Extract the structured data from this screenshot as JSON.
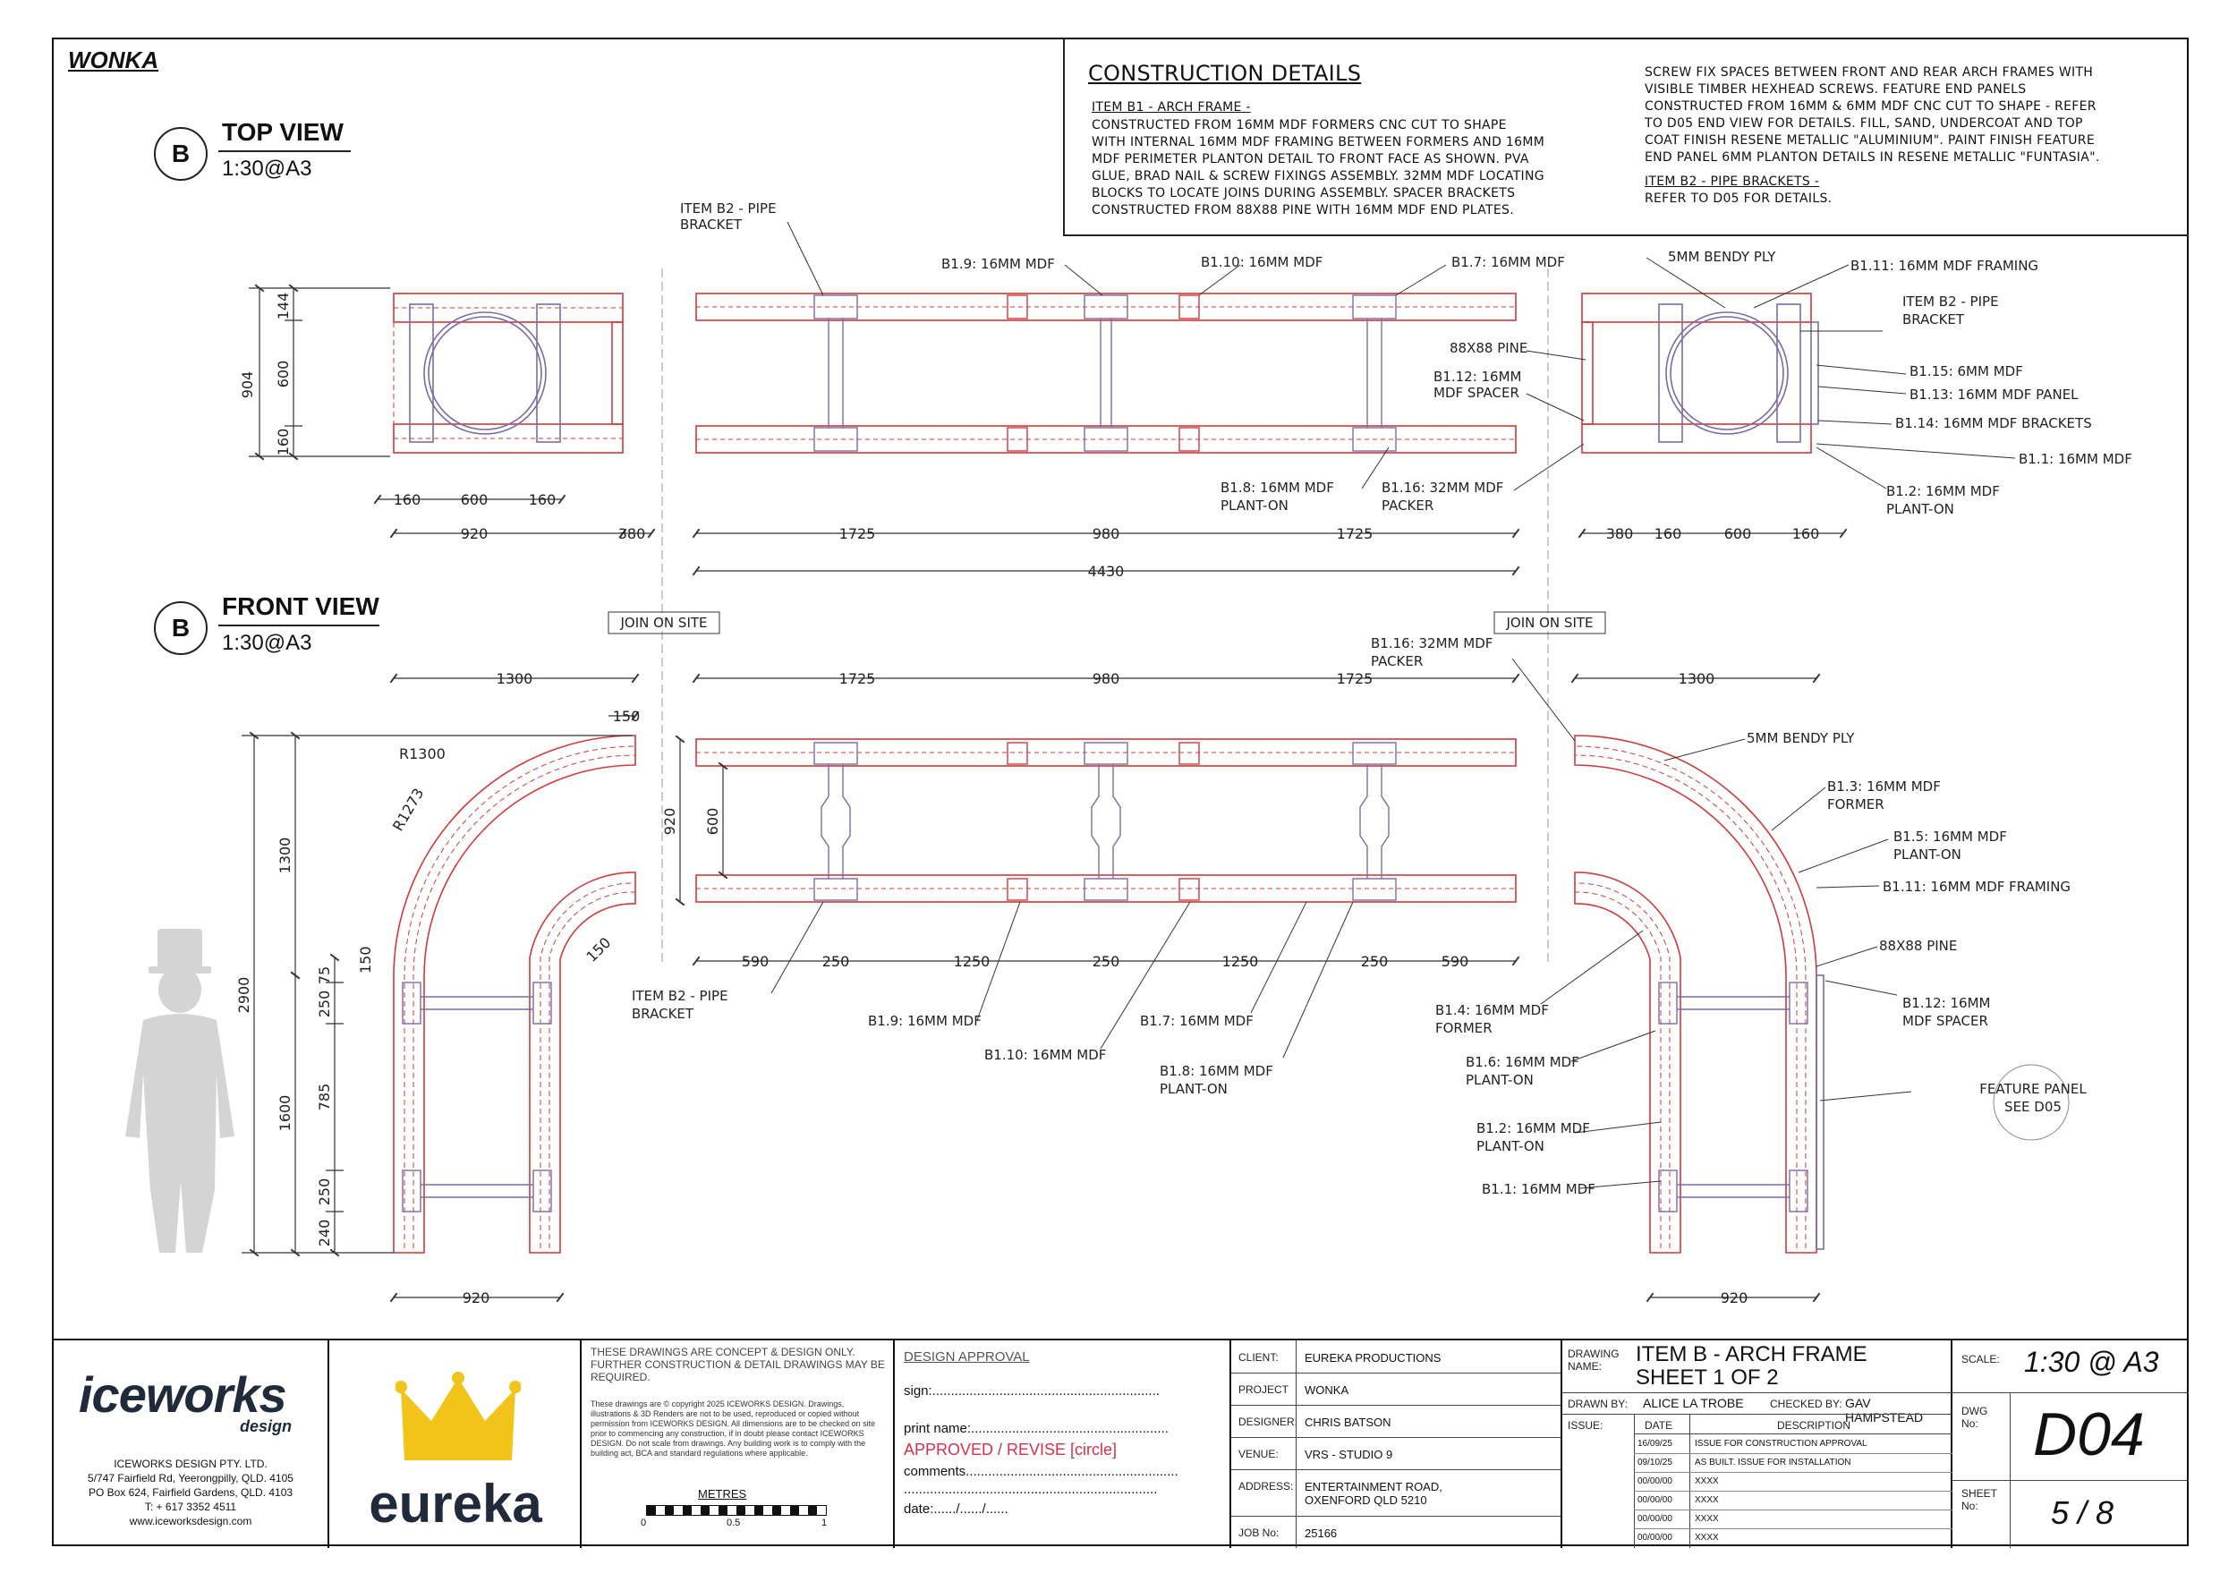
{
  "project_code": "WONKA",
  "views": {
    "top": {
      "badge": "B",
      "title": "TOP VIEW",
      "scale": "1:30@A3"
    },
    "front": {
      "badge": "B",
      "title": "FRONT VIEW",
      "scale": "1:30@A3"
    }
  },
  "construction": {
    "heading": "CONSTRUCTION DETAILS",
    "item_b1_title": "ITEM B1 - ARCH FRAME -",
    "item_b1_lines": [
      "CONSTRUCTED FROM 16MM MDF FORMERS CNC CUT TO SHAPE",
      "WITH INTERNAL 16MM MDF FRAMING BETWEEN FORMERS AND 16MM",
      "MDF PERIMETER PLANTON DETAIL TO FRONT FACE AS SHOWN. PVA",
      "GLUE, BRAD NAIL & SCREW FIXINGS ASSEMBLY. 32MM MDF LOCATING",
      "BLOCKS TO LOCATE JOINS DURING ASSEMBLY. SPACER BRACKETS",
      "CONSTRUCTED FROM 88X88 PINE WITH 16MM MDF END PLATES."
    ],
    "right_lines": [
      "SCREW FIX SPACES BETWEEN FRONT AND REAR ARCH FRAMES WITH",
      "VISIBLE TIMBER HEXHEAD SCREWS. FEATURE END PANELS",
      "CONSTRUCTED FROM 16MM & 6MM MDF CNC CUT TO SHAPE - REFER",
      "TO D05 END VIEW FOR DETAILS. FILL, SAND, UNDERCOAT AND TOP",
      "COAT FINISH RESENE METALLIC \"ALUMINIUM\". PAINT FINISH FEATURE",
      "END PANEL 6MM PLANTON DETAILS IN RESENE METALLIC \"FUNTASIA\"."
    ],
    "item_b2_title": "ITEM B2 - PIPE BRACKETS -",
    "item_b2_line": "REFER TO D05 FOR DETAILS."
  },
  "top_dims": {
    "left_overall": "904",
    "left_top": "144",
    "left_mid": "600",
    "left_bot": "160",
    "left_160a": "160",
    "left_600": "600",
    "left_160b": "160",
    "left_920": "920",
    "left_380": "380",
    "mid_1725a": "1725",
    "mid_980": "980",
    "mid_1725b": "1725",
    "mid_4430": "4430",
    "right_380": "380",
    "right_160a": "160",
    "right_600": "600",
    "right_160b": "160"
  },
  "top_labels": {
    "pipe_bracket_a": "ITEM B2 - PIPE",
    "pipe_bracket_b": "BRACKET",
    "b19": "B1.9: 16MM MDF",
    "b110": "B1.10: 16MM MDF",
    "b17": "B1.7: 16MM MDF",
    "bendy": "5MM BENDY PLY",
    "b111": "B1.11: 16MM MDF FRAMING",
    "pipe2_a": "ITEM B2 - PIPE",
    "pipe2_b": "BRACKET",
    "pine": "88X88 PINE",
    "b112_a": "B1.12: 16MM",
    "b112_b": "MDF SPACER",
    "b115": "B1.15: 6MM MDF",
    "b113": "B1.13: 16MM MDF PANEL",
    "b114": "B1.14: 16MM MDF BRACKETS",
    "b11": "B1.1: 16MM MDF",
    "b18_a": "B1.8: 16MM MDF",
    "b18_b": "PLANT-ON",
    "b116_a": "B1.16: 32MM MDF",
    "b116_b": "PACKER",
    "b12_a": "B1.2: 16MM MDF",
    "b12_b": "PLANT-ON"
  },
  "front_dims": {
    "l1300": "1300",
    "r1300": "1300",
    "m1725a": "1725",
    "m980": "980",
    "m1725b": "1725",
    "r1300_radius": "R1300",
    "r1273": "R1273",
    "c150a": "150",
    "c150b": "150",
    "c150c": "150",
    "h2900": "2900",
    "h1300": "1300",
    "h1600": "1600",
    "h75": "75",
    "h250a": "250",
    "h785": "785",
    "h250b": "250",
    "h240": "240",
    "v920": "920",
    "v600": "600",
    "b590a": "590",
    "b250a": "250",
    "b1250a": "1250",
    "b250b": "250",
    "b1250b": "1250",
    "b250c": "250",
    "b590b": "590",
    "bot920a": "920",
    "bot920b": "920"
  },
  "front_labels": {
    "join_left": "JOIN ON SITE",
    "join_right": "JOIN ON SITE",
    "b116_a": "B1.16: 32MM MDF",
    "b116_b": "PACKER",
    "bendy": "5MM BENDY PLY",
    "b13_a": "B1.3: 16MM MDF",
    "b13_b": "FORMER",
    "b15_a": "B1.5: 16MM MDF",
    "b15_b": "PLANT-ON",
    "b111": "B1.11: 16MM MDF FRAMING",
    "pine": "88X88 PINE",
    "b112_a": "B1.12: 16MM",
    "b112_b": "MDF SPACER",
    "feature_a": "FEATURE PANEL",
    "feature_b": "SEE D05",
    "b14_a": "B1.4: 16MM MDF",
    "b14_b": "FORMER",
    "b16_a": "B1.6: 16MM MDF",
    "b16_b": "PLANT-ON",
    "b12_a": "B1.2: 16MM MDF",
    "b12_b": "PLANT-ON",
    "b11": "B1.1: 16MM MDF",
    "pipe_a": "ITEM B2 - PIPE",
    "pipe_b": "BRACKET",
    "b19": "B1.9: 16MM MDF",
    "b110": "B1.10: 16MM MDF",
    "b17": "B1.7: 16MM MDF",
    "b18_a": "B1.8: 16MM MDF",
    "b18_b": "PLANT-ON"
  },
  "titleblock": {
    "company_logo": "iceworks",
    "company_logo_sub": "design",
    "company_lines": [
      "ICEWORKS DESIGN PTY. LTD.",
      "5/747 Fairfield Rd, Yeerongpilly, QLD. 4105",
      "PO Box 624, Fairfield Gardens, QLD. 4103",
      "T: + 617 3352 4511",
      "www.iceworksdesign.com"
    ],
    "client_logo": "eureka",
    "notice": "THESE DRAWINGS ARE CONCEPT & DESIGN ONLY. FURTHER CONSTRUCTION & DETAIL DRAWINGS MAY BE REQUIRED.",
    "copyright": "These drawings are © copyright 2025 ICEWORKS DESIGN. Drawings, illustrations & 3D Renders are not to be used, reproduced or copied without permission from ICEWORKS DESIGN. All dimensions are to be checked on site prior to commencing any construction, if in doubt please contact ICEWORKS DESIGN. Do not scale from drawings. Any building work is to comply with the building act, BCA and standard regulations where applicable.",
    "scalebar_title": "METRES",
    "scalebar_ticks": [
      "0",
      "0.5",
      "1"
    ],
    "approval_title": "DESIGN APPROVAL",
    "sign": "sign:.............................................................",
    "print_name": "print name:.....................................................",
    "approved": "APPROVED / REVISE  [circle]",
    "comments": "comments.........................................................",
    "comments2": "....................................................................",
    "date": "date:....../....../......",
    "fields": [
      {
        "label": "CLIENT:",
        "value": "EUREKA PRODUCTIONS"
      },
      {
        "label": "PROJECT",
        "value": "WONKA"
      },
      {
        "label": "DESIGNER:",
        "value": "CHRIS BATSON"
      },
      {
        "label": "VENUE:",
        "value": "VRS - STUDIO 9"
      },
      {
        "label": "ADDRESS:",
        "value": "ENTERTAINMENT ROAD, OXENFORD QLD 5210"
      },
      {
        "label": "JOB No:",
        "value": "25166"
      }
    ],
    "drawing_name_label": "DRAWING NAME:",
    "drawing_name": "ITEM B - ARCH FRAME",
    "drawing_sheet": "SHEET 1 OF 2",
    "drawn_by_label": "DRAWN BY:",
    "drawn_by": "ALICE LA TROBE",
    "checked_by_label": "CHECKED BY:",
    "checked_by": "GAV HAMPSTEAD",
    "issue_label": "ISSUE:",
    "date_col": "DATE",
    "desc_col": "DESCRIPTION",
    "issues": [
      {
        "date": "16/09/25",
        "desc": "ISSUE FOR CONSTRUCTION APPROVAL"
      },
      {
        "date": "09/10/25",
        "desc": "AS BUILT. ISSUE FOR INSTALLATION"
      },
      {
        "date": "00/00/00",
        "desc": "XXXX"
      },
      {
        "date": "00/00/00",
        "desc": "XXXX"
      },
      {
        "date": "00/00/00",
        "desc": "XXXX"
      },
      {
        "date": "00/00/00",
        "desc": "XXXX"
      }
    ],
    "scale_label": "SCALE:",
    "scale": "1:30 @ A3",
    "dwg_label": "DWG No:",
    "dwg": "D04",
    "sheet_label": "SHEET No:",
    "sheet": "5 / 8"
  },
  "colors": {
    "frame_red": "#d23a3a",
    "purple": "#7c6aa8",
    "dim": "#333333",
    "logo_yellow": "#f2c318",
    "logo_dark": "#1f2a3a",
    "approve_red": "#d8304a"
  }
}
